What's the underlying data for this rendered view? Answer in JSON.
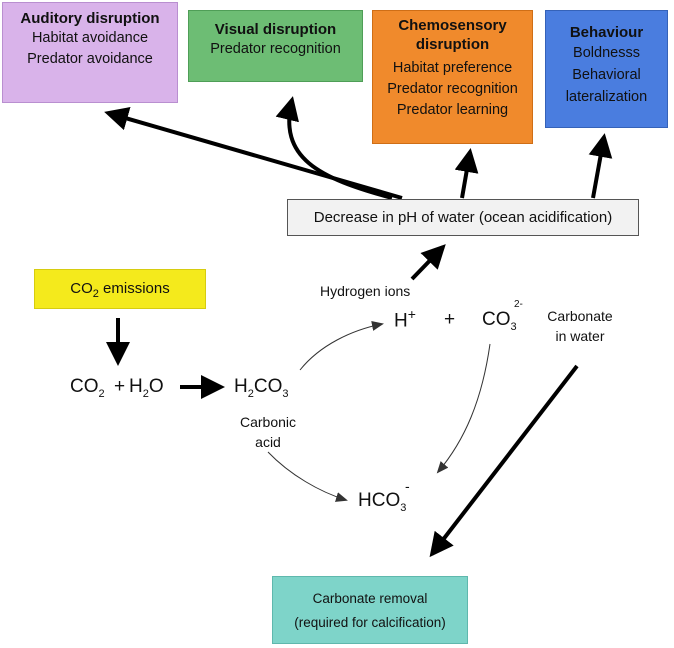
{
  "boxes": {
    "auditory": {
      "title": "Auditory disruption",
      "lines": [
        "Habitat avoidance",
        "Predator avoidance"
      ]
    },
    "visual": {
      "title": "Visual disruption",
      "lines": [
        "Predator recognition"
      ]
    },
    "chemosensory": {
      "title_1": "Chemosensory",
      "title_2": "disruption",
      "lines": [
        "Habitat preference",
        "Predator recognition",
        "Predator learning"
      ]
    },
    "behaviour": {
      "title": "Behaviour",
      "lines": [
        "Boldnesss",
        "Behavioral",
        "lateralization"
      ]
    },
    "ph": "Decrease in pH of water (ocean acidification)",
    "co2_emissions": {
      "pre": "CO",
      "sub": "2",
      "post": " emissions"
    },
    "carbonate_removal": {
      "line1": "Carbonate removal",
      "line2": "(required for calcification)"
    }
  },
  "chemistry": {
    "co2": {
      "main": "CO",
      "sub": "2"
    },
    "plus": "+",
    "h2o": {
      "pre": "H",
      "sub": "2",
      "post": "O"
    },
    "h2co3": {
      "pre": "H",
      "sub": "2",
      "post": "CO",
      "sub2": "3"
    },
    "carbonic_acid": [
      "Carbonic",
      "acid"
    ],
    "hydrogen_ions_label": "Hydrogen ions",
    "h_plus": {
      "main": "H",
      "sup": "+"
    },
    "plus2": "+",
    "co3": {
      "main": "CO",
      "sub": "3",
      "sup": "2-"
    },
    "carbonate_in_water": [
      "Carbonate",
      "in water"
    ],
    "hco3": {
      "main": "HCO",
      "sub": "3",
      "sup": "-"
    }
  }
}
